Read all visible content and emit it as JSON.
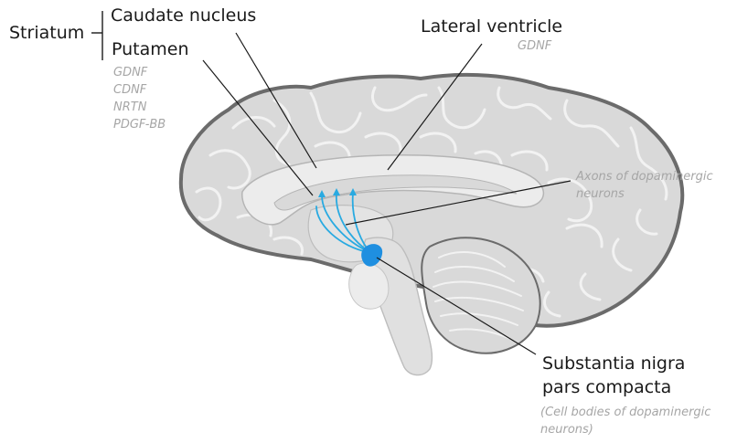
{
  "labels": {
    "striatum": "Striatum",
    "caudate": "Caudate nucleus",
    "putamen": "Putamen",
    "putamen_factors": [
      "GDNF",
      "CDNF",
      "NRTN",
      "PDGF-BB"
    ],
    "lateral_ventricle": "Lateral ventricle",
    "lateral_ventricle_factor": "GDNF",
    "axons_line1": "Axons of dopaminergic",
    "axons_line2": "neurons",
    "substantia_line1": "Substantia nigra",
    "substantia_line2": "pars compacta",
    "cell_bodies_line1": "(Cell bodies of dopaminergic",
    "cell_bodies_line2": "neurons)"
  },
  "colors": {
    "brain_fill": "#d9d9d9",
    "brain_outline": "#6b6b6b",
    "sulci": "#f2f2f2",
    "structure_fill": "#ececec",
    "pathway": "#29aae1",
    "nigra": "#1f8fe0",
    "leader_line": "#1a1a1a",
    "annotation_gray": "#a6a6a6"
  }
}
